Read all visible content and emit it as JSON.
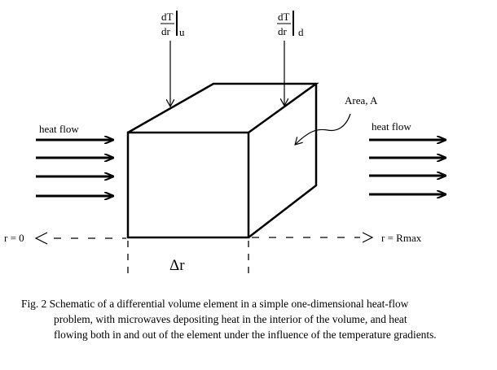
{
  "labels": {
    "dTdr_numerator": "dT",
    "dTdr_denominator": "dr",
    "gradient_u_sub": "u",
    "gradient_d_sub": "d",
    "area": "Area, A",
    "heat_flow_left": "heat flow",
    "heat_flow_right": "heat flow",
    "r_zero": "r = 0",
    "r_max": "r = Rmax",
    "delta_r": "Δr"
  },
  "caption": {
    "line1": "Fig. 2  Schematic of a differential volume element in a simple one-dimensional heat-flow",
    "line2": "problem, with microwaves depositing heat in the interior of the volume, and heat",
    "line3": "flowing both in and out of the element under the influence of the temperature gradients."
  }
}
